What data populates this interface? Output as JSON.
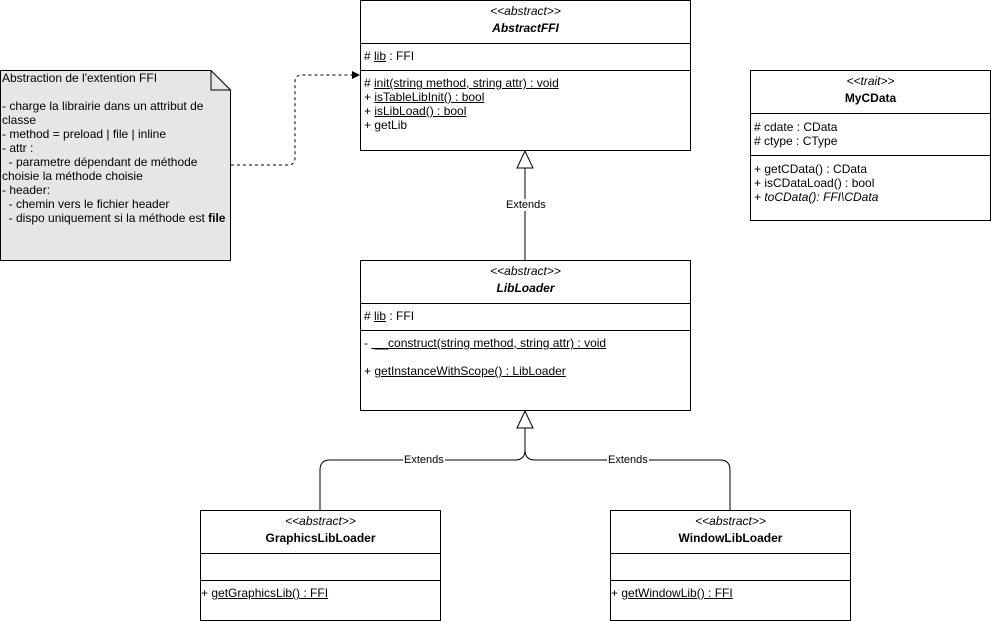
{
  "classes": {
    "abstractffi": {
      "stereotype": "<<abstract>>",
      "name": "AbstractFFI",
      "attrs": [
        {
          "prefix": "# ",
          "name": "lib",
          "rest": " : FFI"
        }
      ],
      "methods": [
        {
          "prefix": "# ",
          "name": "init(string method, string attr) : void",
          "rest": ""
        },
        {
          "prefix": "+ ",
          "name": "isTableLibInit() : bool",
          "rest": ""
        },
        {
          "prefix": "+ ",
          "name": "isLibLoad() : bool",
          "rest": ""
        },
        {
          "prefix": "+ ",
          "name": "",
          "rest": "getLib"
        }
      ]
    },
    "libloader": {
      "stereotype": "<<abstract>>",
      "name": "LibLoader",
      "attrs": [
        {
          "prefix": "# ",
          "name": "lib",
          "rest": " : FFI"
        }
      ],
      "methods": [
        {
          "prefix": "- ",
          "name": " __construct(string method, string attr) : void",
          "rest": ""
        },
        {
          "prefix": "",
          "name": "",
          "rest": ""
        },
        {
          "prefix": "+ ",
          "name": "getInstanceWithScope() : LibLoader",
          "rest": ""
        }
      ]
    },
    "mycdata": {
      "stereotype": "<<trait>>",
      "name": "MyCData",
      "attrs": [
        "# cdate : CData",
        "# ctype : CType"
      ],
      "methods": [
        "+ getCData() : CData",
        "+ isCDataLoad() : bool"
      ],
      "method_italic": "+ toCData(): FFI\\CData"
    },
    "graphics": {
      "stereotype": "<<abstract>>",
      "name": "GraphicsLibLoader",
      "method_prefix": "+ ",
      "method_name": "getGraphicsLib() : FFI"
    },
    "window": {
      "stereotype": "<<abstract>>",
      "name": "WindowLibLoader",
      "method_prefix": "+ ",
      "method_name": "getWindowLib() : FFI"
    }
  },
  "note": {
    "title": "Abstraction de l'extention FFI",
    "lines": [
      "",
      "- charge la librairie dans un attribut de classe",
      "- method = preload | file | inline",
      "- attr :",
      "  - parametre dépendant de méthode choisie la méthode choisie",
      "- header:",
      "  - chemin vers le fichier header"
    ],
    "last_line_prefix": "  - dispo uniquement si la méthode est ",
    "last_line_bold": "file",
    "fill": "#e6e6e6"
  },
  "relations": {
    "extends_label": "Extends"
  }
}
